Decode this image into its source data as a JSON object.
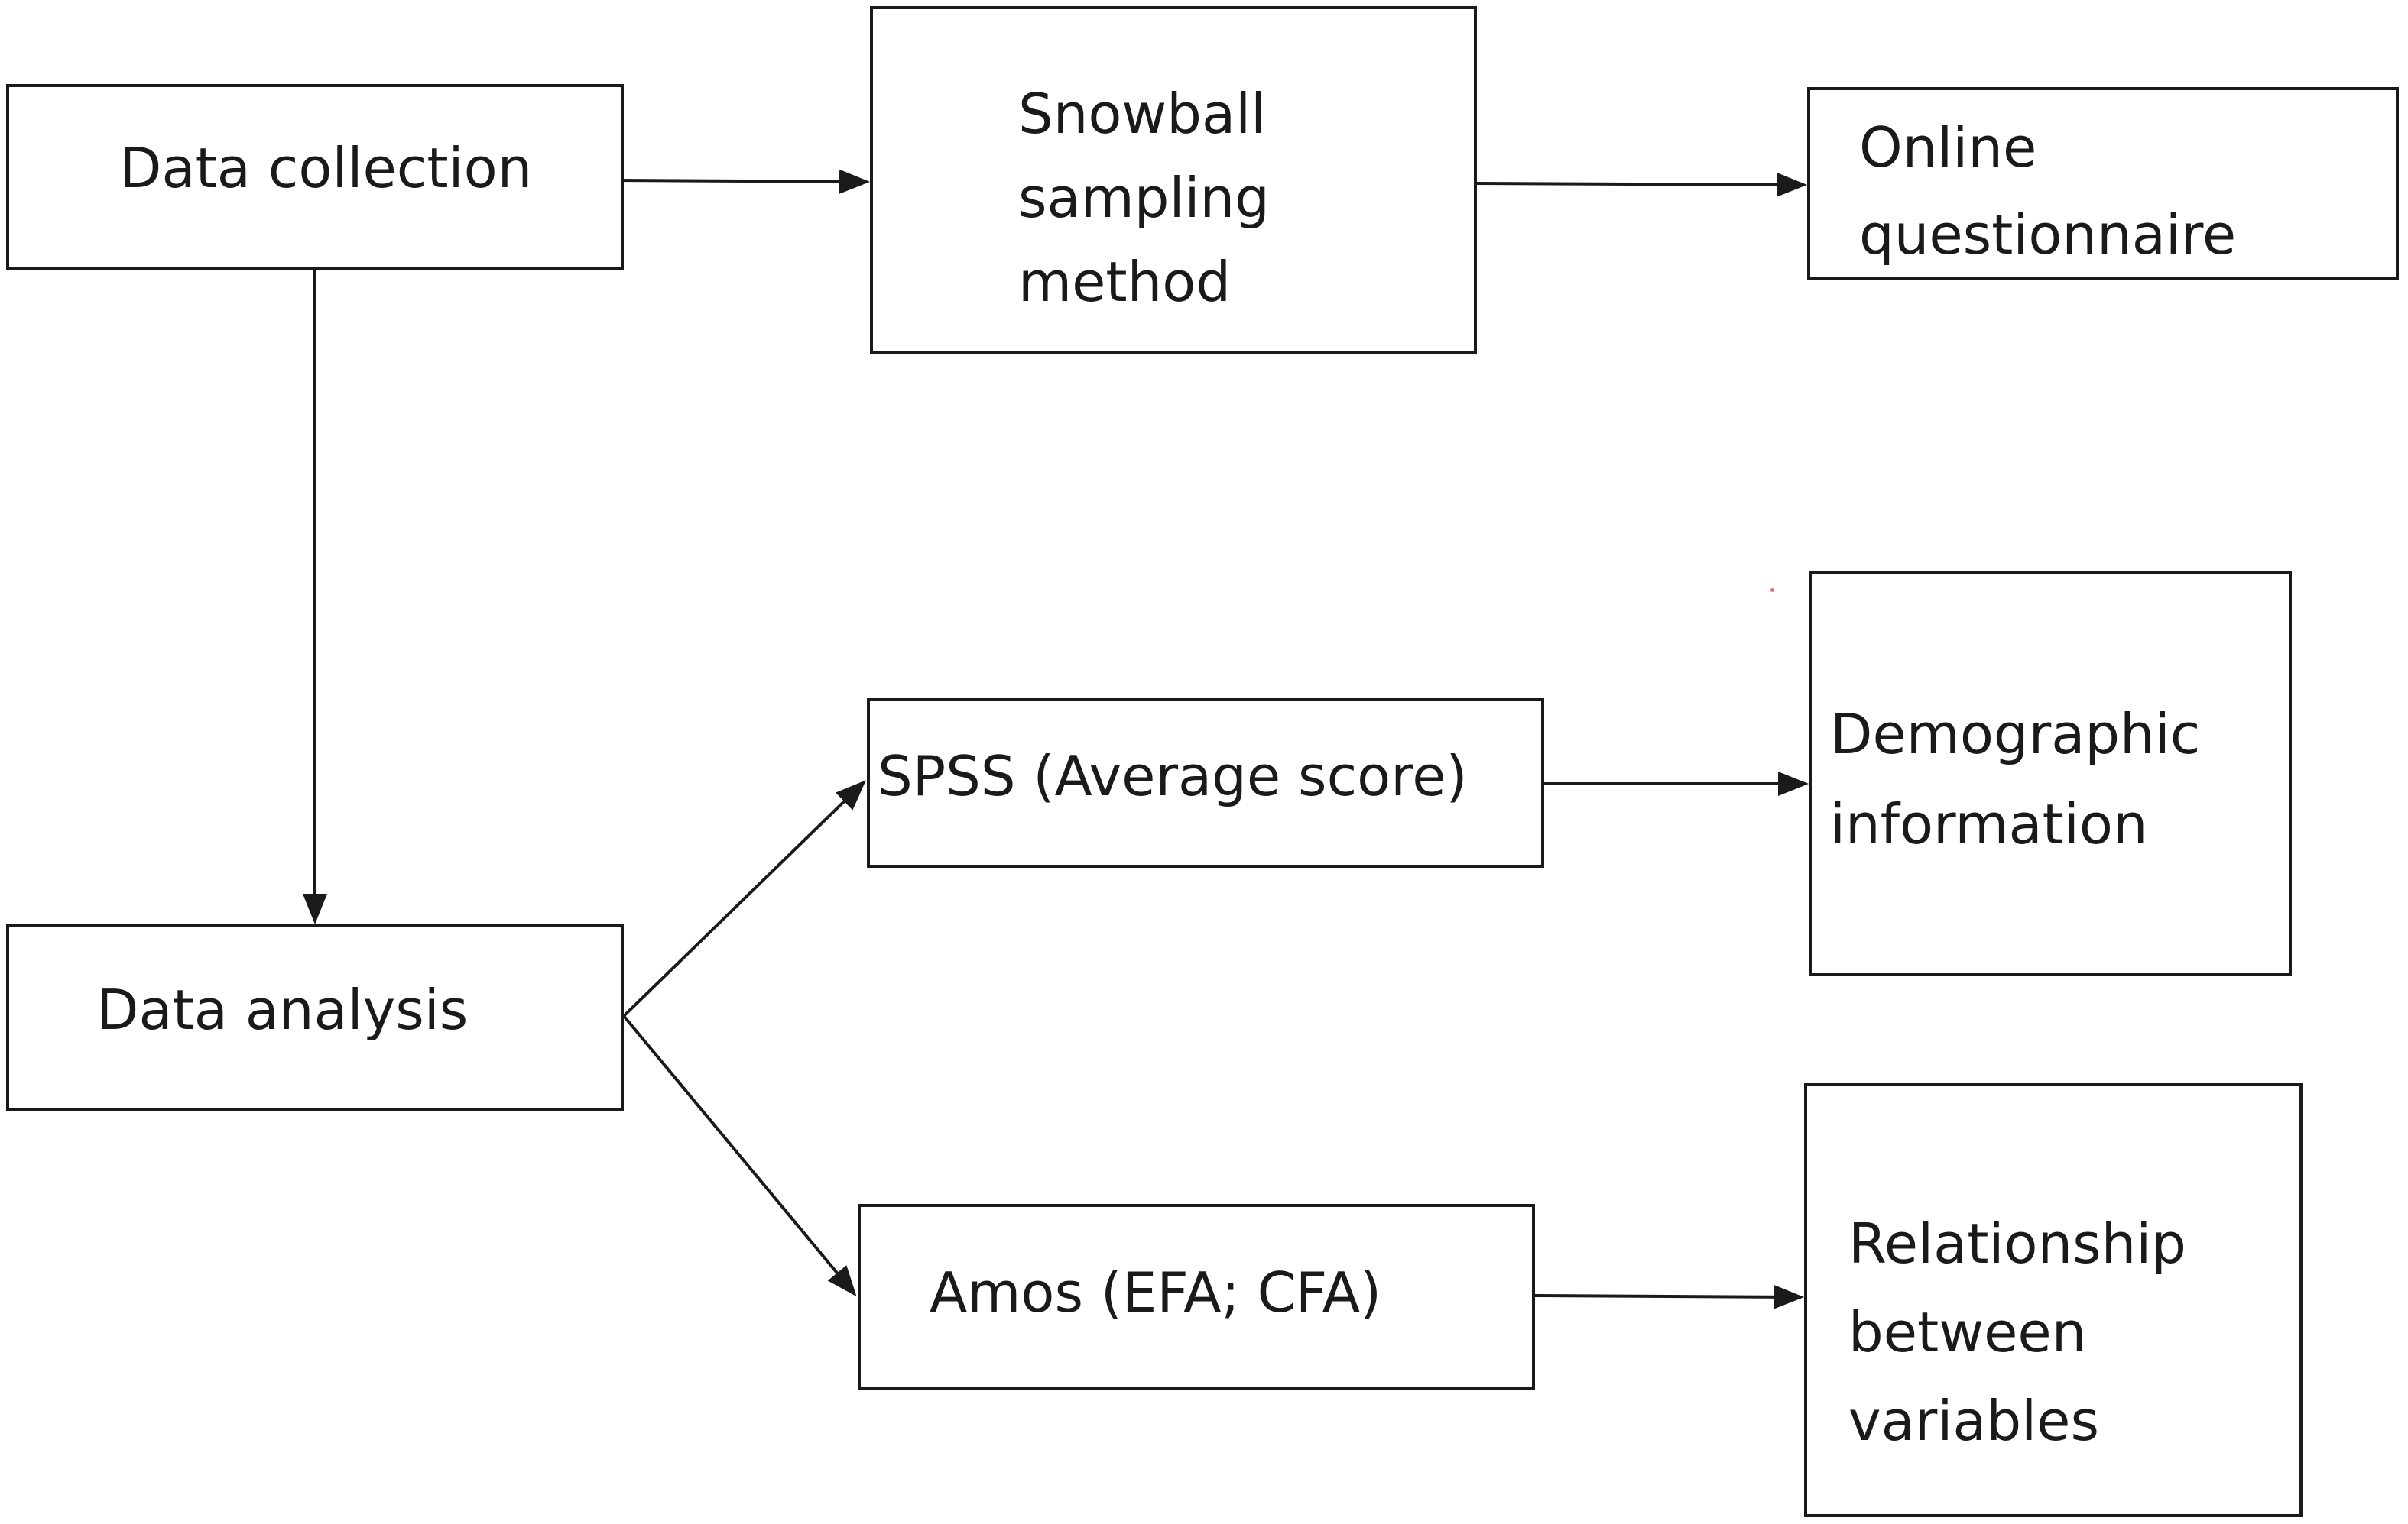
{
  "diagram": {
    "nodes": {
      "data_collection": {
        "lines": [
          "Data collection"
        ]
      },
      "snowball": {
        "lines": [
          "Snowball",
          "sampling",
          "method"
        ]
      },
      "online": {
        "lines": [
          "Online",
          "questionnaire"
        ]
      },
      "data_analysis": {
        "lines": [
          "Data analysis"
        ]
      },
      "spss": {
        "lines": [
          "SPSS (Average score)"
        ]
      },
      "demographic": {
        "lines": [
          "Demographic",
          "information"
        ]
      },
      "amos": {
        "lines": [
          "Amos (EFA; CFA)"
        ]
      },
      "relationship": {
        "lines": [
          "Relationship",
          "between",
          "variables"
        ]
      }
    },
    "edges": [
      {
        "from": "data_collection",
        "to": "snowball"
      },
      {
        "from": "snowball",
        "to": "online"
      },
      {
        "from": "data_collection",
        "to": "data_analysis"
      },
      {
        "from": "data_analysis",
        "to": "spss"
      },
      {
        "from": "data_analysis",
        "to": "amos"
      },
      {
        "from": "spss",
        "to": "demographic"
      },
      {
        "from": "amos",
        "to": "relationship"
      }
    ],
    "colors": {
      "line": "#1a1a1a",
      "background": "#ffffff",
      "stray_dot": "#e57373"
    }
  }
}
